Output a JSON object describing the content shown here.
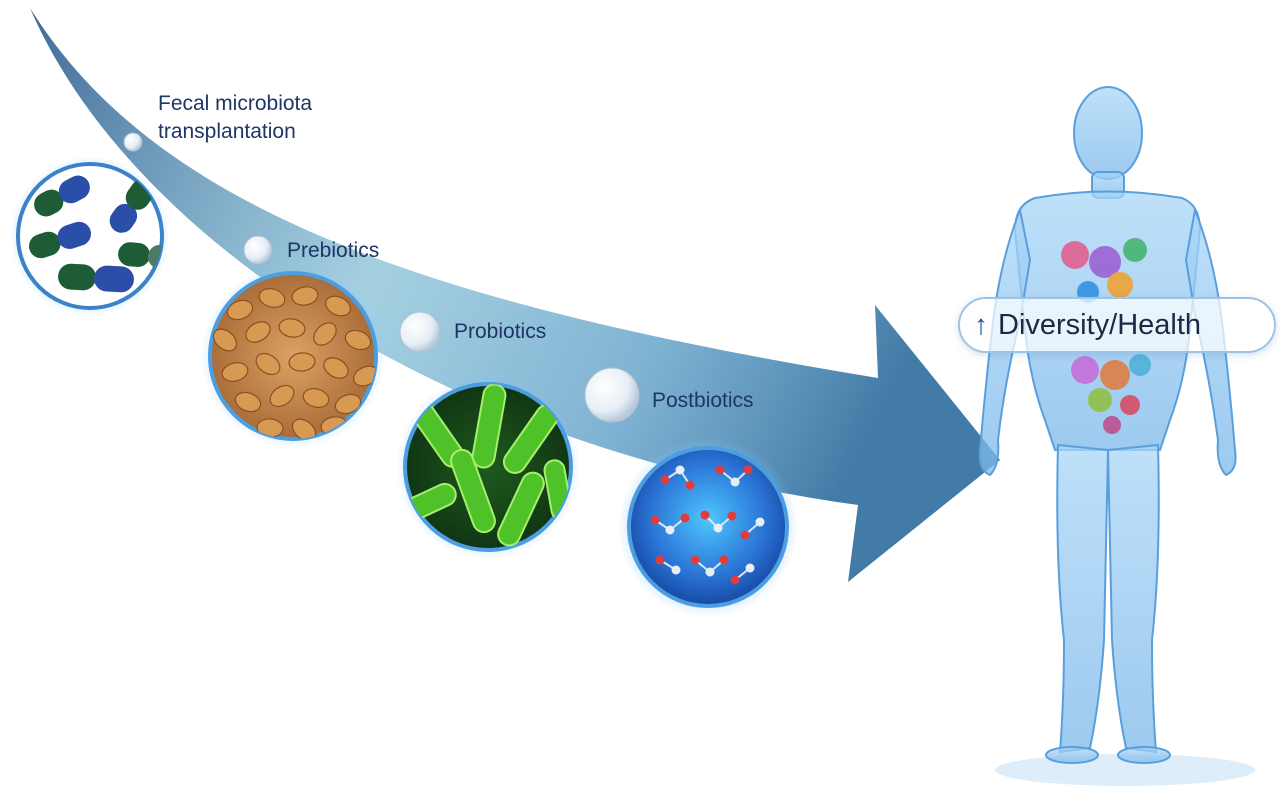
{
  "steps": [
    {
      "label": "Fecal microbiota transplantation",
      "icon": "capsule-icon"
    },
    {
      "label": "Prebiotics",
      "icon": "grain-icon"
    },
    {
      "label": "Probiotics",
      "icon": "bacteria-icon"
    },
    {
      "label": "Postbiotics",
      "icon": "molecule-icon"
    }
  ],
  "result": {
    "arrow_icon": "up-arrow-icon",
    "text": "Diversity/Health"
  },
  "figure_icon": "human-body-icon",
  "colors": {
    "arrow_start": "#1f4f86",
    "arrow_mid": "#57a7c6",
    "arrow_end": "#2d6c9c",
    "capsule_blue": "#2b4fa8",
    "capsule_green": "#1d5c34",
    "grain": "#c98a45",
    "bacteria": "#3cb024",
    "molecule_bg": "#2a74d6",
    "body": "#8fc6f0",
    "label_text": "#1f3566"
  }
}
